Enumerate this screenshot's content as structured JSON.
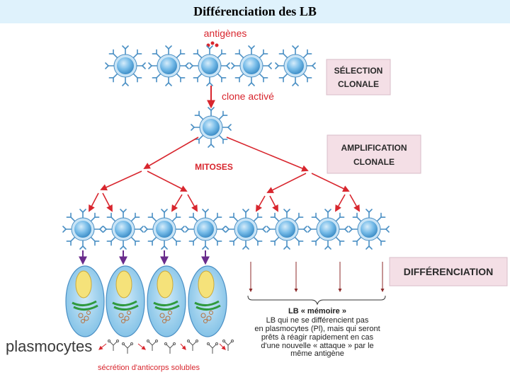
{
  "title": "Différenciation des LB",
  "labels": {
    "antigenes": "antigènes",
    "clone_active": "clone activé",
    "mitoses": "MITOSES",
    "selection_line1": "SÉLECTION",
    "selection_line2": "CLONALE",
    "amplification_line1": "AMPLIFICATION",
    "amplification_line2": "CLONALE",
    "differenciation": "DIFFÉRENCIATION",
    "plasmocytes": "plasmocytes",
    "secretion": "sécrétion d'anticorps solubles",
    "lb_memoire_title": "LB « mémoire »",
    "lb_memoire_lines": [
      "LB qui ne se différencient pas",
      "en plasmocytes (Pl), mais qui seront",
      "prêts à réagir rapidement en cas",
      "d'une nouvelle « attaque » par le",
      "même antigène"
    ]
  },
  "colors": {
    "title_bar": "#dff2fc",
    "cell_body": "#6fb6e6",
    "receptor": "#4a8fc4",
    "arrow_red": "#d8262e",
    "arrow_purple": "#6a2c8c",
    "arrow_dark_red": "#8c2a2a",
    "label_box": "#f4dfe6",
    "plasmocyte": "#a9d6f0",
    "nucleus": "#f5e27a",
    "reticulum": "#2f9a3e"
  }
}
